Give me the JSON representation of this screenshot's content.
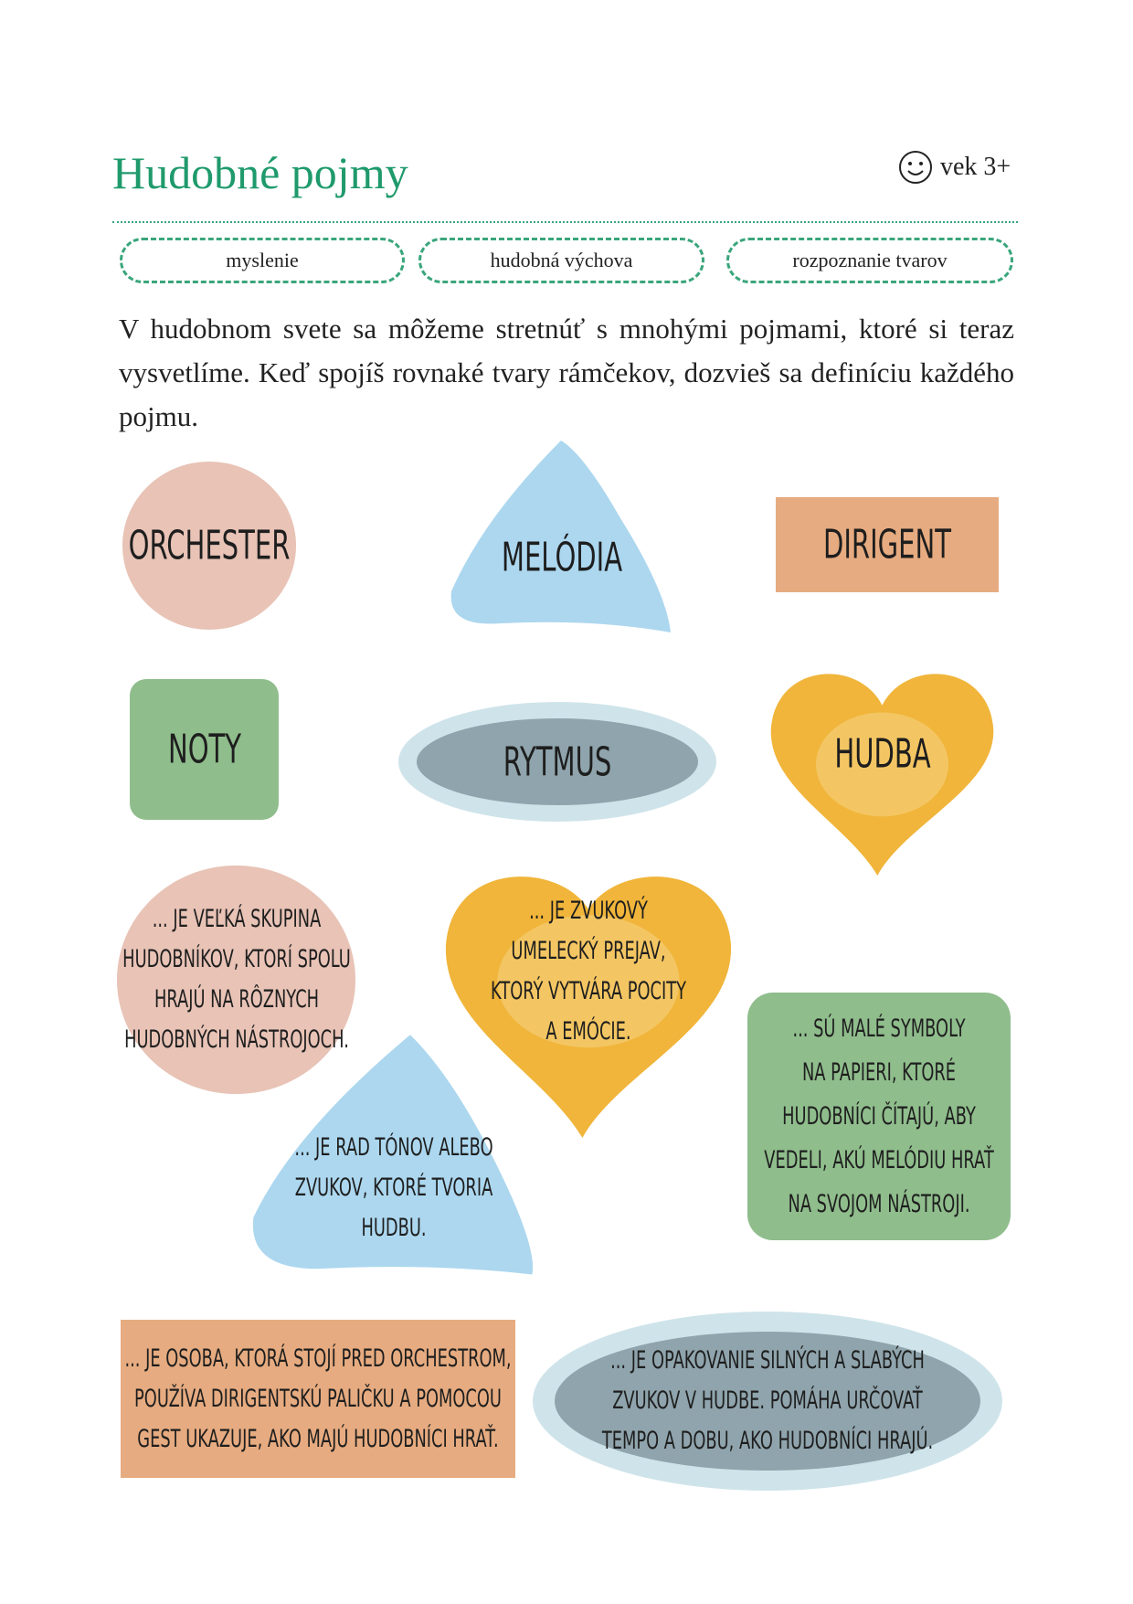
{
  "header": {
    "title": "Hudobné pojmy",
    "age_icon": "smiley-icon",
    "age": "vek 3+"
  },
  "tags": [
    "myslenie",
    "hudobná výchova",
    "rozpoznanie tvarov"
  ],
  "intro": "V hudobnom svete sa môžeme stretnúť s mnohými pojmami, ktoré si teraz vysvetlíme. Keď spojíš rovnaké tvary rámčekov, dozvieš sa definíciu každého pojmu.",
  "terms": {
    "orchester": "ORCHESTER",
    "melodia": "MELÓDIA",
    "dirigent": "DIRIGENT",
    "noty": "NOTY",
    "rytmus": "RYTMUS",
    "hudba": "HUDBA"
  },
  "definitions": {
    "orchester": "... je veľká skupina\nhudobníkov, ktorí spolu\nhrajú na rôznych\nhudobných nástrojoch.",
    "hudba": "... je zvukový\numelecký prejav,\nktorý vytvára pocity\na emócie.",
    "noty": "... sú malé symboly\nna papieri, ktoré\nhudobníci čítajú, aby\nvedeli, akú melódiu hrať\nna svojom nástroji.",
    "melodia": "... je rad tónov alebo\nzvukov, ktoré tvoria\nhudbu.",
    "dirigent": "... je osoba, ktorá stojí pred orchestrom,\npoužíva dirigentskú paličku a pomocou\ngest ukazuje, ako majú hudobníci hrať.",
    "rytmus": "... je opakovanie silných a slabých\nzvukov v hudbe. Pomáha určovať\ntempo a dobu, ako hudobníci hrajú."
  },
  "colors": {
    "accent": "#1f9a6c",
    "pink": "#e8bfb2",
    "blue": "#a9d6ef",
    "orange": "#e6ab7c",
    "green": "#8cbc8a",
    "gray": "#8fa3ac",
    "yellow": "#f0b53a"
  }
}
